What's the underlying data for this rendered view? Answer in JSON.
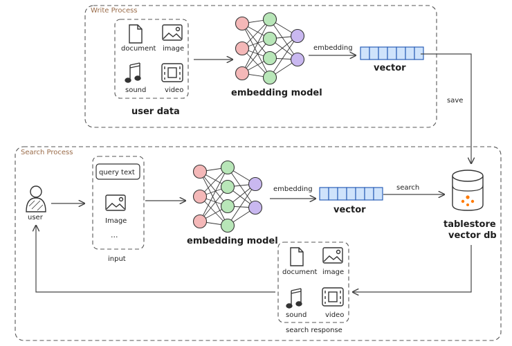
{
  "sections": {
    "write_title": "Write Process",
    "search_title": "Search Process"
  },
  "write": {
    "doc_label": "document",
    "image_label": "image",
    "sound_label": "sound",
    "video_label": "video",
    "group_label": "user data",
    "model_label": "embedding model",
    "edge_label": "embedding",
    "vector_label": "vector",
    "save_label": "save"
  },
  "search": {
    "user_label": "user",
    "query_text": "query text",
    "image_label": "Image",
    "ellipsis": "...",
    "input_label": "input",
    "model_label": "embedding model",
    "edge_label": "embedding",
    "vector_label": "vector",
    "search_label": "search",
    "db_label_1": "tablestore",
    "db_label_2": "vector db",
    "resp_doc_label": "document",
    "resp_image_label": "image",
    "resp_sound_label": "sound",
    "resp_video_label": "video",
    "resp_label": "search response"
  },
  "colors": {
    "input_node": "#f4b8b8",
    "hidden_node": "#b8e6b8",
    "output_node": "#c9b8f0",
    "vector_cell": "#cfe3fb",
    "section_title": "#9a6b48",
    "db_logo": "#ff7a00"
  }
}
